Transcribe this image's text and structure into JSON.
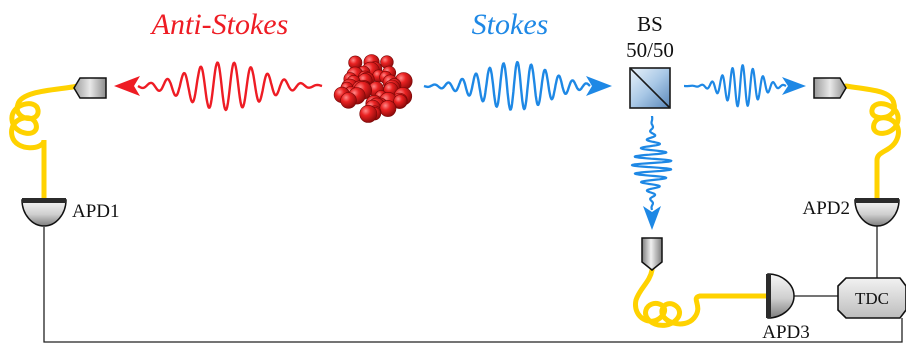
{
  "labels": {
    "anti_stokes": "Anti-Stokes",
    "stokes": "Stokes",
    "bs": "BS",
    "bs_ratio": "50/50",
    "apd1": "APD1",
    "apd2": "APD2",
    "apd3": "APD3",
    "tdc": "TDC"
  },
  "colors": {
    "anti_stokes": "#ee1c24",
    "stokes": "#1e88e5",
    "fiber": "#ffd200",
    "cable": "#222222",
    "detector_dark": "#2b2b2b",
    "detector_light": "#d9d9d9"
  },
  "icons": {
    "atom_cloud": "red-sphere-cluster-icon",
    "beam_splitter": "cube-beam-splitter-icon",
    "coupler": "fiber-coupler-icon",
    "detector": "avalanche-photodiode-icon",
    "tdc": "time-to-digital-converter-icon"
  }
}
